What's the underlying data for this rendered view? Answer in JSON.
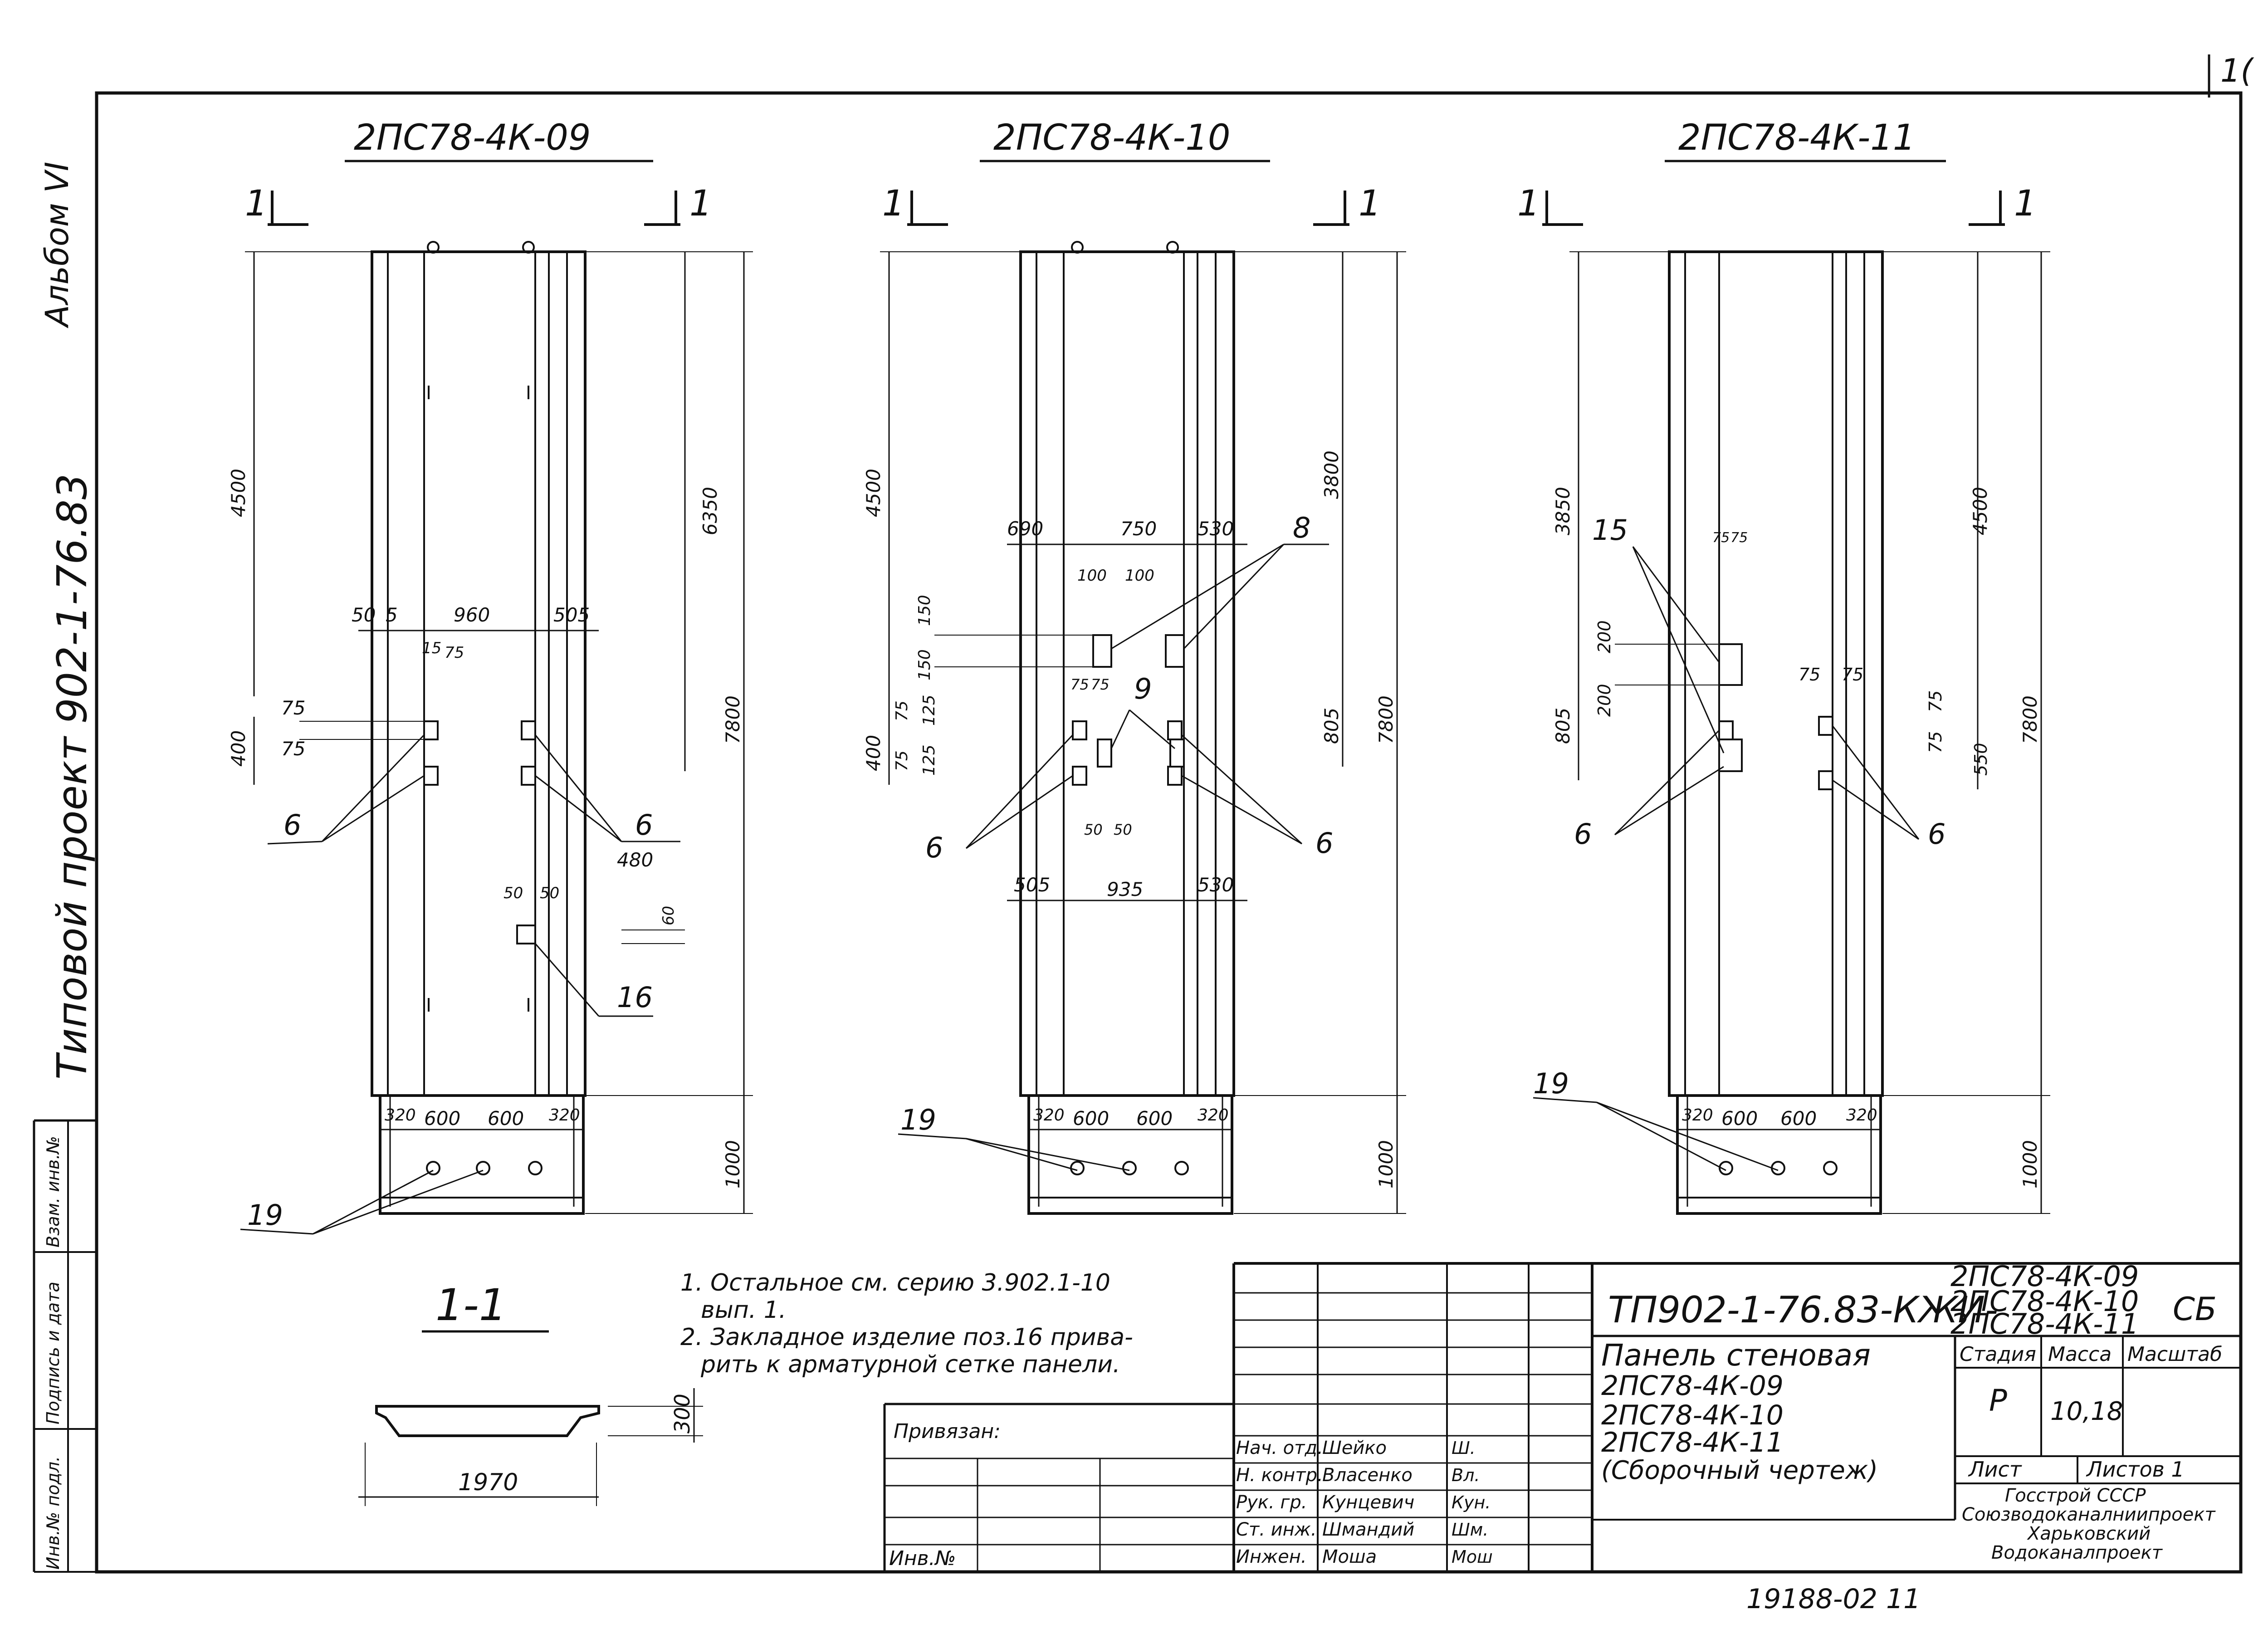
{
  "page_number": "1(",
  "side": {
    "album": "Альбом VI",
    "project": "Типовой проект 902-1-76.83",
    "stamp_cells": [
      "Инв.№ подл.",
      "Подпись и дата",
      "Взам. инв.№"
    ]
  },
  "panels": [
    {
      "title": "2ПС78-4К-09",
      "section_mark": "1",
      "dims": {
        "top": "4500",
        "mid": "6350",
        "total": "7800",
        "bottom": "1000",
        "d400": "400",
        "d75a": "75",
        "d75b": "75",
        "w50": "50",
        "w5a": "5",
        "w960": "960",
        "w505": "505",
        "w15": "15",
        "w75": "75",
        "w480": "480",
        "w50a": "50",
        "w50b": "50",
        "w60": "60",
        "b320a": "320",
        "b600a": "600",
        "b600b": "600",
        "b320b": "320"
      },
      "callouts": {
        "left": "6",
        "right": "6",
        "item16": "16",
        "item19": "19"
      }
    },
    {
      "title": "2ПС78-4К-10",
      "section_mark": "1",
      "dims": {
        "top": "4500",
        "upper": "3800",
        "total": "7800",
        "bottom": "1000",
        "d805": "805",
        "d400": "400",
        "d150a": "150",
        "d150b": "150",
        "d75": "75",
        "d125a": "125",
        "d125b": "125",
        "d75b": "75",
        "w690": "690",
        "w750": "750",
        "w530": "530",
        "w100a": "100",
        "w100b": "100",
        "w75a": "75",
        "w75b": "75",
        "w50a": "50",
        "w50b": "50",
        "w505": "505",
        "w935": "935",
        "w530b": "530",
        "b320a": "320",
        "b600a": "600",
        "b600b": "600",
        "b320b": "320"
      },
      "callouts": {
        "item8": "8",
        "item9": "9",
        "left": "6",
        "right": "6",
        "item19": "19"
      }
    },
    {
      "title": "2ПС78-4К-11",
      "section_mark": "1",
      "dims": {
        "top": "3850",
        "right_top": "4500",
        "total": "7800",
        "bottom": "1000",
        "d805": "805",
        "d200a": "200",
        "d200b": "200",
        "w75a": "75",
        "w75b": "75",
        "w75c": "75",
        "w75d": "75",
        "d75a": "75",
        "d75b": "75",
        "d550": "550",
        "b320a": "320",
        "b600a": "600",
        "b600b": "600",
        "b320b": "320"
      },
      "callouts": {
        "item15": "15",
        "left": "6",
        "right": "6",
        "item19": "19"
      }
    }
  ],
  "section": {
    "title": "1-1",
    "width": "1970",
    "height": "300"
  },
  "notes": [
    "1. Остальное см. серию 3.902.1-10",
    "вып. 1.",
    "2. Закладное изделие поз.16 прива-",
    "рить к арматурной сетке панели."
  ],
  "stamp": {
    "code": "ТП902-1-76.83-КЖИ-",
    "marks": [
      "2ПС78-4К-09",
      "2ПС78-4К-10",
      "2ПС78-4К-11"
    ],
    "suffix": "СБ",
    "name_lines": [
      "Панель стеновая",
      "2ПС78-4К-09",
      "2ПС78-4К-10",
      "2ПС78-4К-11",
      "(Сборочный чертеж)"
    ],
    "head": {
      "stage": "Стадия",
      "mass": "Масса",
      "scale": "Масштаб"
    },
    "values": {
      "stage": "Р",
      "mass": "10,18"
    },
    "sheet": "Лист",
    "sheets": "Листов 1",
    "org": [
      "Госстрой СССР",
      "Союзводоканалниипроект",
      "Харьковский",
      "Водоканалпроект"
    ],
    "bound": "Привязан:",
    "inv": "Инв.№",
    "roles": [
      {
        "role": "Нач. отд.",
        "name": "Шейко",
        "sig": "Ш."
      },
      {
        "role": "Н. контр.",
        "name": "Власенко",
        "sig": "Вл."
      },
      {
        "role": "Рук. гр.",
        "name": "Кунцевич",
        "sig": "Кун."
      },
      {
        "role": "Ст. инж.",
        "name": "Шмандий",
        "sig": "Шм."
      },
      {
        "role": "Инжен.",
        "name": "Моша",
        "sig": "Мош"
      }
    ],
    "archive": "19188-02  11"
  }
}
